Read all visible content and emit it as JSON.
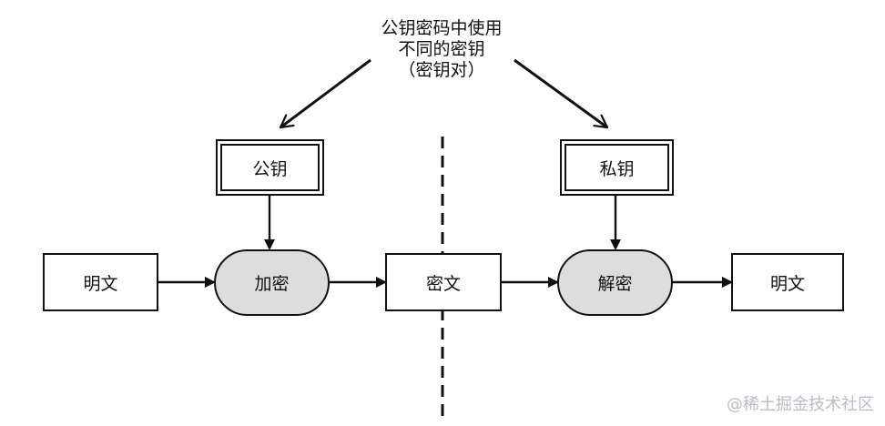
{
  "diagram": {
    "note_lines": [
      "公钥密码中使用",
      "不同的密钥",
      "（密钥对）"
    ],
    "public_key": "公钥",
    "private_key": "私钥",
    "plaintext_left": "明文",
    "encrypt": "加密",
    "ciphertext": "密文",
    "decrypt": "解密",
    "plaintext_right": "明文"
  },
  "watermark": "@稀土掘金技术社区",
  "colors": {
    "stroke": "#111111",
    "fill_gray": "#dddddd",
    "watermark": "#b9bcc2"
  }
}
